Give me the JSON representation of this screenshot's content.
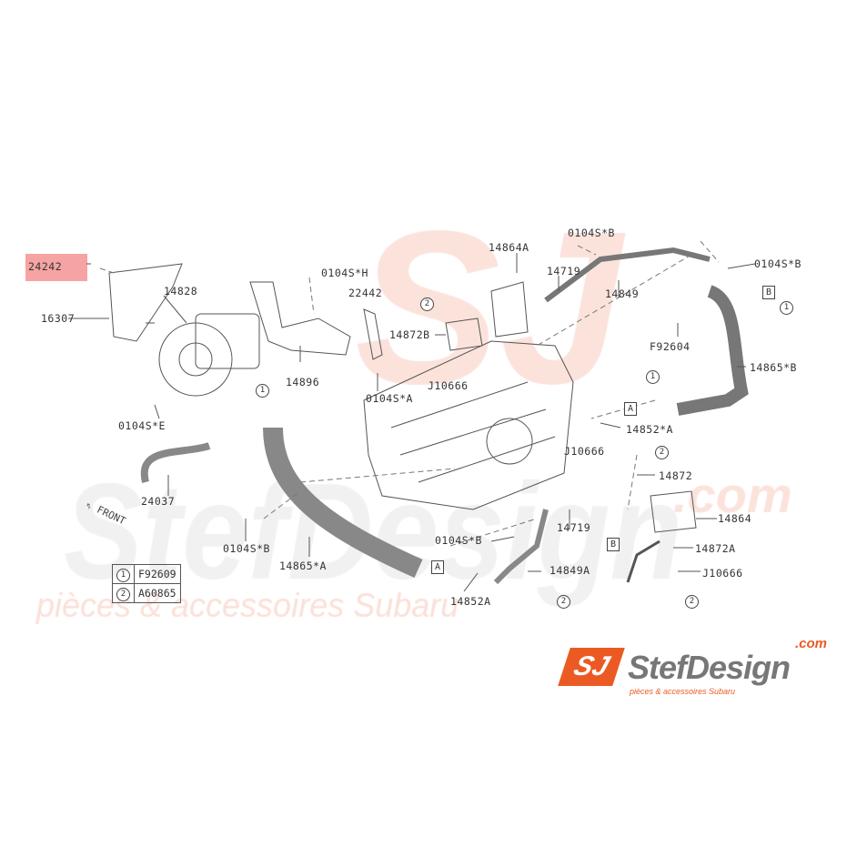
{
  "callouts": {
    "c24242": "24242",
    "c16307": "16307",
    "c14828": "14828",
    "c0104SH": "0104S*H",
    "c22442": "22442",
    "c14896": "14896",
    "c14872B": "14872B",
    "cJ10666a": "J10666",
    "c0104SA": "0104S*A",
    "c14864A": "14864A",
    "c14719a": "14719",
    "c0104SBtop": "0104S*B",
    "c14849": "14849",
    "c0104SBright": "0104S*B",
    "cF92604": "F92604",
    "c14865B": "14865*B",
    "c14852A_star": "14852*A",
    "cJ10666b": "J10666",
    "c14872": "14872",
    "c14864": "14864",
    "c14872A": "14872A",
    "cJ10666c": "J10666",
    "c14719b": "14719",
    "c0104SBmid": "0104S*B",
    "c14849A": "14849A",
    "c14852A": "14852A",
    "c14865A": "14865*A",
    "c0104SBleft": "0104S*B",
    "c0104SE": "0104S*E",
    "c24037": "24037"
  },
  "markers": {
    "one": "1",
    "two": "2",
    "A": "A",
    "B": "B"
  },
  "front_label": "FRONT",
  "legend": [
    {
      "mark": "1",
      "part": "F92609"
    },
    {
      "mark": "2",
      "part": "A60865"
    }
  ],
  "watermark": {
    "brand": "StefDesign",
    "com": ".com",
    "tagline": "pièces & accessoires Subaru",
    "logo_mark": "SJ"
  },
  "colors": {
    "highlight": "#f6a3a3",
    "brand_orange": "#ec5a24",
    "watermark": "#f7d9d0"
  }
}
